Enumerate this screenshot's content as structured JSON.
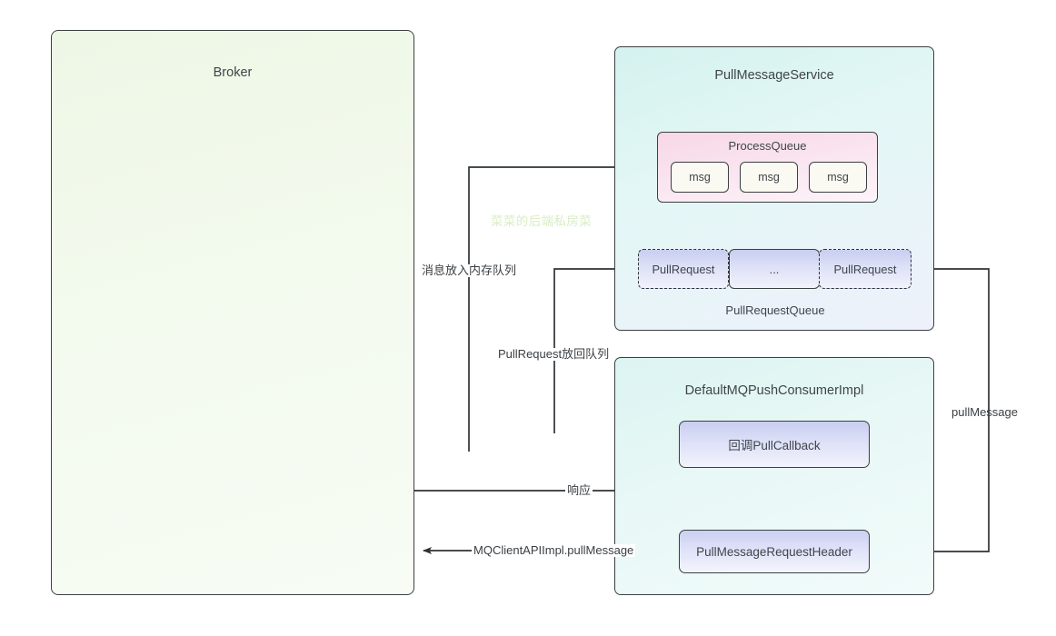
{
  "diagram": {
    "title": "RocketMQ PullMessageService flow",
    "watermark": "菜菜的后端私房菜",
    "colors": {
      "broker_fill": "#eef7e6",
      "service_fill": "#d4f2ef",
      "process_queue_fill": "#f7d7e6",
      "pull_request_fill": "#c9cdf0",
      "msg_fill": "#fbfaf2",
      "stroke": "#3b4043",
      "watermark": "#d9edc4"
    }
  },
  "nodes": {
    "broker": {
      "label": "Broker"
    },
    "pull_message_service": {
      "label": "PullMessageService"
    },
    "process_queue": {
      "label": "ProcessQueue",
      "messages": [
        {
          "label": "msg"
        },
        {
          "label": "msg"
        },
        {
          "label": "msg"
        }
      ]
    },
    "pull_request_queue": {
      "label": "PullRequestQueue",
      "items": [
        {
          "label": "PullRequest",
          "border": "dashed"
        },
        {
          "label": "...",
          "border": "solid"
        },
        {
          "label": "PullRequest",
          "border": "dashed"
        }
      ]
    },
    "consumer_impl": {
      "label": "DefaultMQPushConsumerImpl"
    },
    "pull_callback": {
      "label": "回调PullCallback"
    },
    "request_header": {
      "label": "PullMessageRequestHeader"
    }
  },
  "edges": [
    {
      "id": "msg-to-memory-queue",
      "label": "消息放入内存队列",
      "from": "pull_callback",
      "to": "process_queue"
    },
    {
      "id": "pullrequest-back-to-queue",
      "label": "PullRequest放回队列",
      "from": "pull_callback",
      "to": "pull_request_queue"
    },
    {
      "id": "response",
      "label": "响应",
      "from": "broker",
      "to": "pull_callback"
    },
    {
      "id": "mqclient-api-pullmessage",
      "label": "MQClientAPIImpl.pullMessage",
      "from": "request_header",
      "to": "broker"
    },
    {
      "id": "pullmessage",
      "label": "pullMessage",
      "from": "pull_request_queue",
      "to": "request_header"
    },
    {
      "id": "processqueue-to-pullrequest",
      "label": "",
      "from": "process_queue",
      "to": "pull_request_queue"
    }
  ]
}
